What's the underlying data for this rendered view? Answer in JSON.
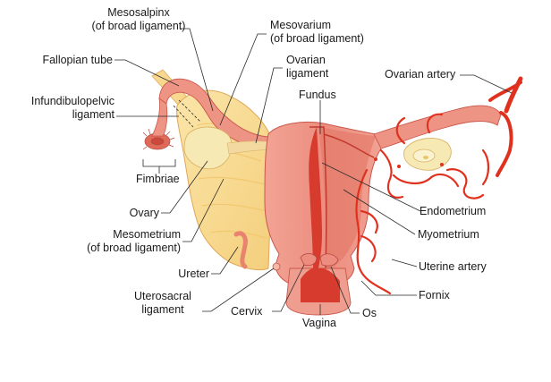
{
  "labels": {
    "mesosalpinx": "Mesosalpinx",
    "mesosalpinx_sub": "(of broad ligament)",
    "mesovarium": "Mesovarium",
    "mesovarium_sub": "(of broad ligament)",
    "fallopian_tube": "Fallopian tube",
    "ovarian_ligament_1": "Ovarian",
    "ovarian_ligament_2": "ligament",
    "fundus": "Fundus",
    "ovarian_artery": "Ovarian artery",
    "infundibulopelvic_1": "Infundibulopelvic",
    "infundibulopelvic_2": "ligament",
    "fimbriae": "Fimbriae",
    "endometrium": "Endometrium",
    "ovary": "Ovary",
    "myometrium": "Myometrium",
    "mesometrium": "Mesometrium",
    "mesometrium_sub": "(of broad ligament)",
    "uterine_artery": "Uterine artery",
    "ureter": "Ureter",
    "fornix": "Fornix",
    "uterosacral_1": "Uterosacral",
    "uterosacral_2": "ligament",
    "cervix": "Cervix",
    "os": "Os",
    "vagina": "Vagina"
  },
  "colors": {
    "uterus": "#e98a7c",
    "uterus_dark": "#c9584c",
    "cavity": "#d63b2e",
    "ligament": "#f7d88e",
    "ligament_edge": "#e0a95a",
    "ovary": "#f6e9b4",
    "artery": "#e0311f",
    "background": "#ffffff"
  }
}
